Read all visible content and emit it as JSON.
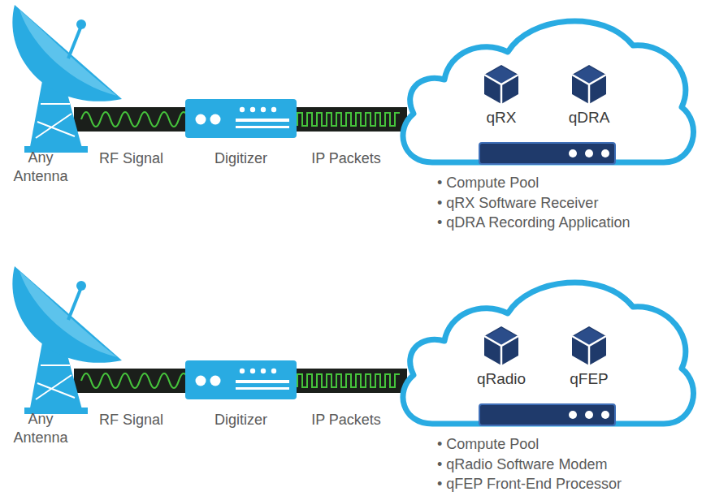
{
  "diagram": {
    "nodes": [
      {
        "text": [
          "Any Antenna"
        ]
      },
      {
        "text": [
          "Digitizer"
        ]
      },
      {
        "text": [
          "• Compute Pool",
          "• qRX Software Receiver",
          "• qDRA Recording Application"
        ]
      },
      {
        "text": [
          "qRX"
        ],
        "in": 2
      },
      {
        "text": [
          "qDRA"
        ],
        "in": 2
      },
      {
        "text": [
          "Any Antenna"
        ]
      },
      {
        "text": [
          "Digitizer"
        ]
      },
      {
        "text": [
          "• Compute Pool",
          "• qRadio Software Modem",
          "• qFEP Front-End Processor"
        ]
      },
      {
        "text": [
          "qRadio"
        ],
        "in": 7
      },
      {
        "text": [
          "qFEP"
        ],
        "in": 7
      }
    ],
    "edges": [
      {
        "from": 0,
        "to": 1,
        "label": "RF Signal",
        "arrow": "none"
      },
      {
        "from": 1,
        "to": 2,
        "label": "IP Packets",
        "arrow": "none"
      },
      {
        "from": 5,
        "to": 6,
        "label": "RF Signal",
        "arrow": "none"
      },
      {
        "from": 6,
        "to": 7,
        "label": "IP Packets",
        "arrow": "none"
      }
    ]
  }
}
